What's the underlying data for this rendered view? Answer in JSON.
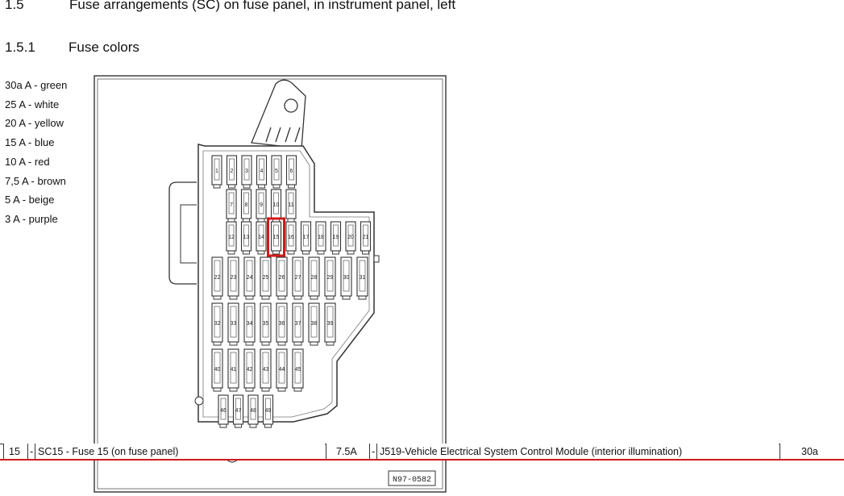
{
  "section": {
    "number": "1.5",
    "title": "Fuse arrangements (SC) on fuse panel, in instrument panel, left"
  },
  "subsection": {
    "number": "1.5.1",
    "title": "Fuse colors"
  },
  "fuse_colors": [
    "30a A - green",
    "25 A - white",
    "20 A - yellow",
    "15 A - blue",
    "10 A - red",
    "7,5 A - brown",
    "5 A - beige",
    "3 A - purple"
  ],
  "diagram": {
    "highlight_color": "#d21a1a",
    "highlighted_fuse": "15",
    "reference_code": "N97-0582",
    "fuse_numbers": [
      "1",
      "2",
      "3",
      "4",
      "5",
      "6",
      "7",
      "8",
      "9",
      "10",
      "11",
      "12",
      "13",
      "14",
      "15",
      "16",
      "17",
      "18",
      "19",
      "20",
      "21",
      "22",
      "23",
      "24",
      "25",
      "26",
      "27",
      "28",
      "29",
      "30",
      "31",
      "32",
      "33",
      "34",
      "35",
      "36",
      "37",
      "38",
      "39",
      "40",
      "41",
      "42",
      "43",
      "44",
      "45",
      "46",
      "47",
      "48",
      "49"
    ]
  },
  "fuse_row": {
    "number": "15",
    "sep1": "-",
    "designation": "SC15 - Fuse 15 (on fuse panel)",
    "rating": "7.5A",
    "sep2": "-",
    "component": "J519-Vehicle Electrical System Control Module (interior illumination)",
    "max_rating": "30a"
  }
}
